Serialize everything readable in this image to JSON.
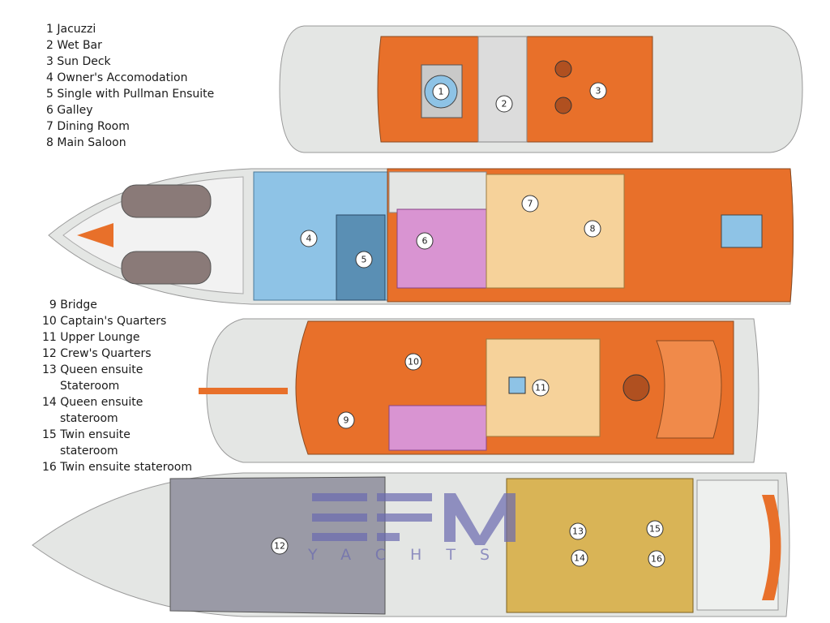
{
  "legend_upper": [
    {
      "num": "1",
      "label": "Jacuzzi"
    },
    {
      "num": "2",
      "label": "Wet Bar"
    },
    {
      "num": "3",
      "label": "Sun Deck"
    },
    {
      "num": "4",
      "label": "Owner's Accomodation"
    },
    {
      "num": "5",
      "label": "Single with Pullman Ensuite"
    },
    {
      "num": "6",
      "label": "Galley"
    },
    {
      "num": "7",
      "label": "Dining Room"
    },
    {
      "num": "8",
      "label": "Main Saloon"
    }
  ],
  "legend_lower": [
    {
      "num": "9",
      "label": "Bridge"
    },
    {
      "num": "10",
      "label": "Captain's Quarters"
    },
    {
      "num": "11",
      "label": "Upper Lounge"
    },
    {
      "num": "12",
      "label": "Crew's Quarters"
    },
    {
      "num": "13",
      "label": "Queen ensuite",
      "label2": "Stateroom"
    },
    {
      "num": "14",
      "label": "Queen ensuite",
      "label2": "stateroom"
    },
    {
      "num": "15",
      "label": "Twin ensuite",
      "label2": "stateroom"
    },
    {
      "num": "16",
      "label": "Twin ensuite stateroom"
    }
  ],
  "watermark": {
    "brand": "EFM",
    "sub": "Y A C H T S"
  },
  "colors": {
    "deck": "#e4e6e4",
    "orange": "#e8702a",
    "blue": "#8ec3e6",
    "darkblue": "#5a8fb4",
    "pink": "#d994d2",
    "tan": "#f6d29a",
    "crew": "#9a9aa6",
    "gold": "#d9b456"
  }
}
